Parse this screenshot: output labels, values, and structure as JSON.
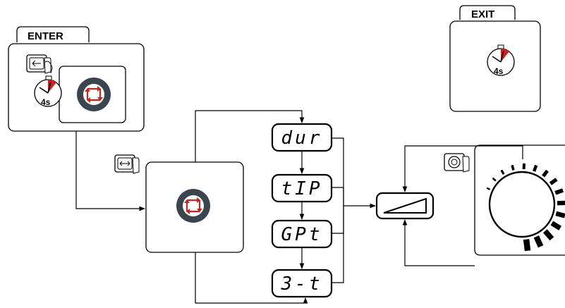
{
  "enter": {
    "label": "ENTER",
    "timer": "4s"
  },
  "exit": {
    "label": "EXIT",
    "timer": "4s"
  },
  "menu": {
    "items": [
      {
        "display": "dur"
      },
      {
        "display": "tIP"
      },
      {
        "display": "GPt"
      },
      {
        "display": "3-t"
      }
    ]
  },
  "icons": {
    "enter_button": "left-arrow-press-icon",
    "enter_timer": "stopwatch-icon",
    "enter_control": "rotate-control-icon",
    "select_button": "double-arrow-press-icon",
    "select_control": "rotate-control-icon",
    "value_icon": "ramp-triangle-icon",
    "dial_button": "knob-press-icon",
    "dial": "rotary-dial-icon",
    "exit_timer": "stopwatch-icon"
  },
  "colors": {
    "accent": "#d41f1f",
    "control_ring": "#3a4550",
    "line": "#000000"
  }
}
